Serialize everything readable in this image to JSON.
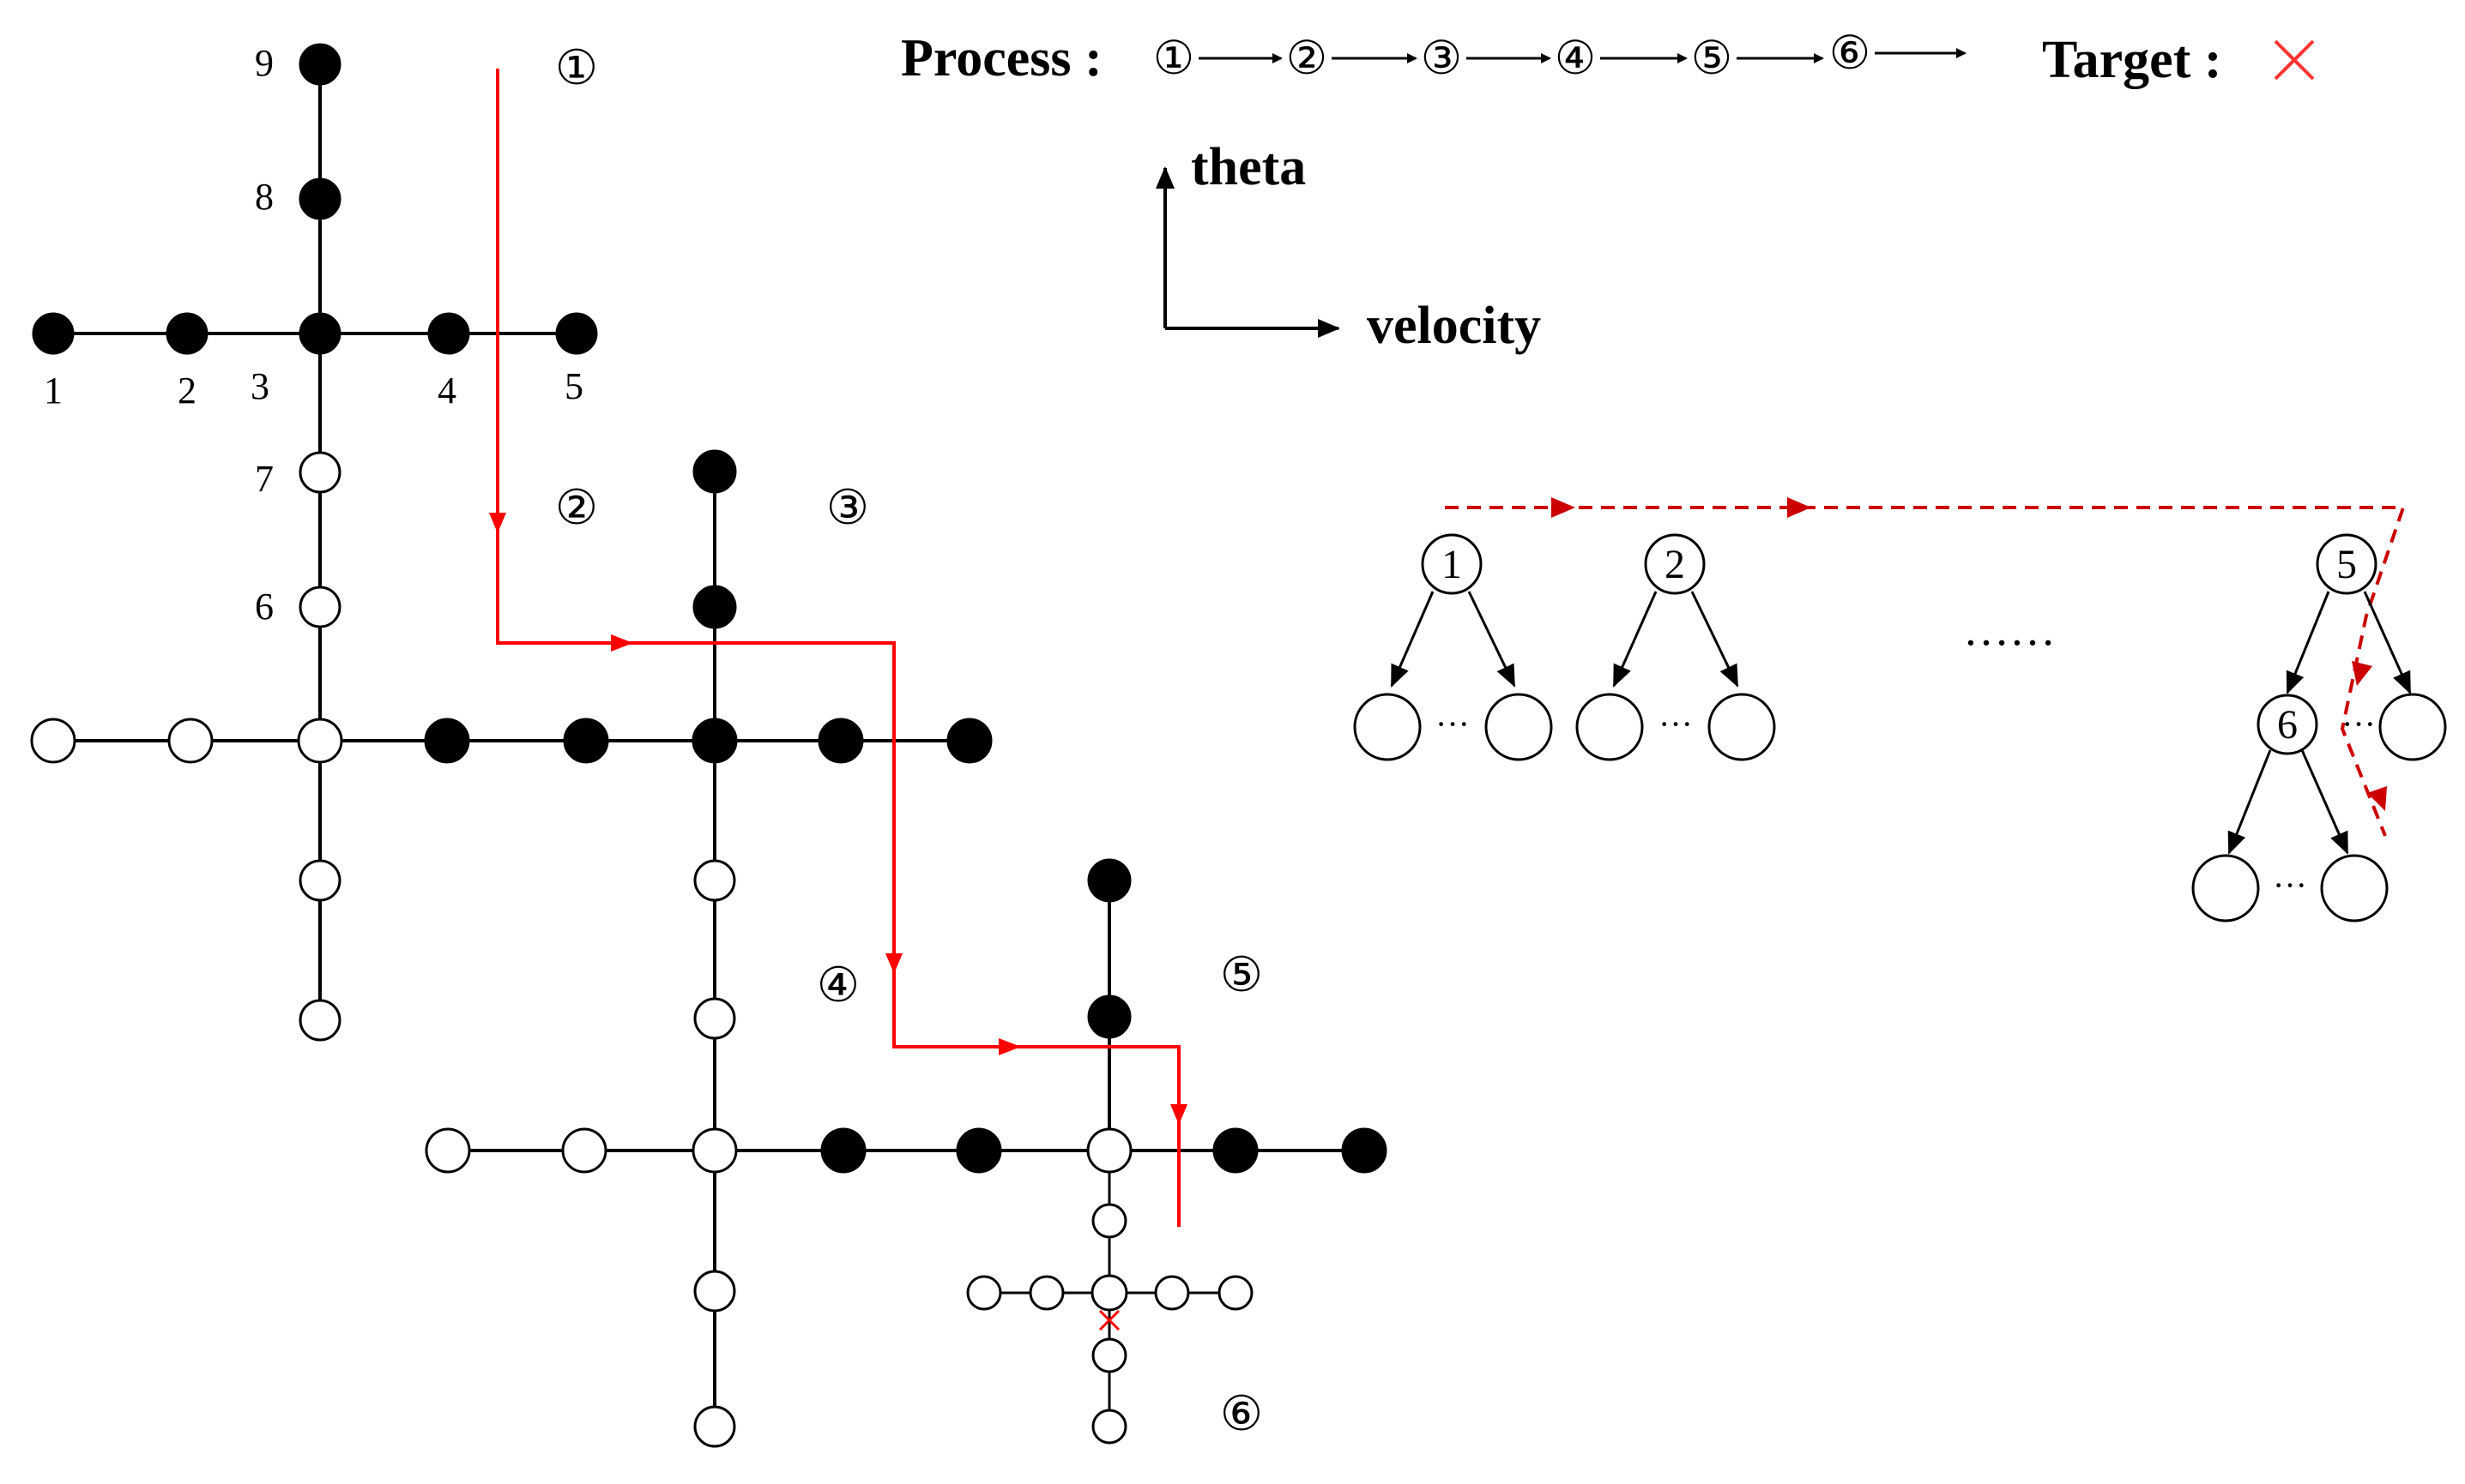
{
  "legend": {
    "process_label": "Process :",
    "process_steps": [
      "①",
      "②",
      "③",
      "④",
      "⑤",
      "⑥"
    ],
    "target_label": "Target :",
    "target_icon": "red-cross-icon"
  },
  "axes": {
    "y_label": "theta",
    "x_label": "velocity"
  },
  "grid_labels": {
    "node_labels": [
      "1",
      "2",
      "3",
      "4",
      "5",
      "6",
      "7",
      "8",
      "9"
    ],
    "stage_markers": [
      "①",
      "②",
      "③",
      "④",
      "⑤",
      "⑥"
    ]
  },
  "tree": {
    "root_nodes": [
      "1",
      "2",
      "5"
    ],
    "child_node": "6",
    "ellipsis": "……",
    "sibling_dots": "···"
  },
  "colors": {
    "line": "#000000",
    "filled_node": "#000000",
    "empty_node": "#ffffff",
    "path": "#ff0000",
    "tree_path": "#cc0000"
  }
}
